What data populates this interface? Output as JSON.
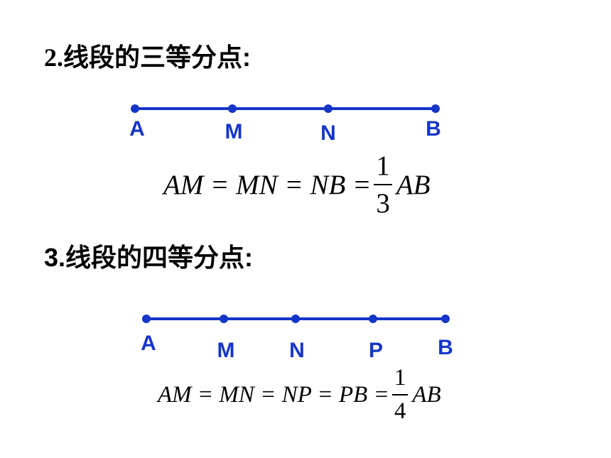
{
  "section_thirds": {
    "number": "2.",
    "title": "线段的三等分点",
    "colon": ":",
    "points": [
      "A",
      "M",
      "N",
      "B"
    ],
    "formula": {
      "lhs": "AM = MN = NB = ",
      "numerator": "1",
      "denominator": "3",
      "rhs": "AB"
    }
  },
  "section_quarters": {
    "number": "3.",
    "title": "线段的四等分点",
    "colon": ":",
    "points": [
      "A",
      "M",
      "N",
      "P",
      "B"
    ],
    "formula": {
      "lhs": "AM = MN = NP = PB = ",
      "numerator": "1",
      "denominator": "4",
      "rhs": "AB"
    }
  },
  "colors": {
    "segment": "#1535c8",
    "text": "#000000"
  }
}
